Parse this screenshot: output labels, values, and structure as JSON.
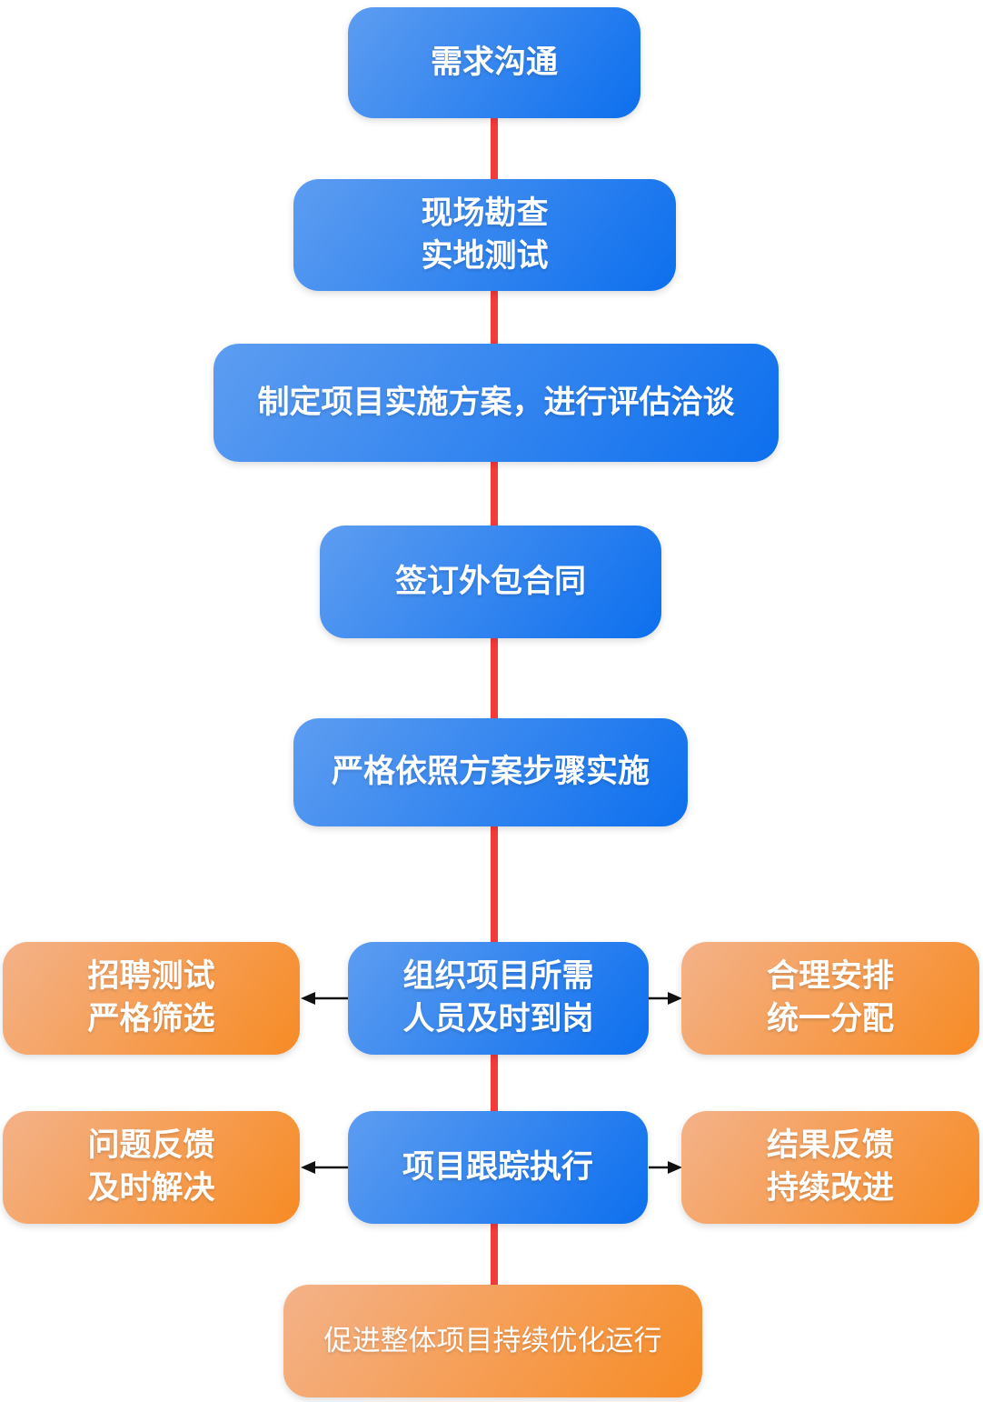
{
  "diagram_type": "flowchart",
  "colors": {
    "blue_start": "#5d9df1",
    "blue_end": "#0d6fee",
    "orange_start": "#f4b289",
    "orange_end": "#f78b24",
    "line_red": "#f53a3c",
    "arrow_black": "#111111",
    "text_white": "#ffffff"
  },
  "nodes": {
    "requirements": {
      "label": "需求沟通"
    },
    "survey": {
      "line1": "现场勘查",
      "line2": "实地测试"
    },
    "plan": {
      "label": "制定项目实施方案，进行评估洽谈"
    },
    "contract": {
      "label": "签订外包合同"
    },
    "implement": {
      "label": "严格依照方案步骤实施"
    },
    "recruit": {
      "line1": "招聘测试",
      "line2": "严格筛选"
    },
    "staffing": {
      "line1": "组织项目所需",
      "line2": "人员及时到岗"
    },
    "arrange": {
      "line1": "合理安排",
      "line2": "统一分配"
    },
    "feedback_issues": {
      "line1": "问题反馈",
      "line2": "及时解决"
    },
    "tracking": {
      "label": "项目跟踪执行"
    },
    "feedback_results": {
      "line1": "结果反馈",
      "line2": "持续改进"
    },
    "optimize": {
      "label": "促进整体项目持续优化运行"
    }
  },
  "connectors": {
    "main_line": "vertical-red-spine",
    "staffing_to_recruit": "arrow-left",
    "staffing_to_arrange": "arrow-right",
    "tracking_to_feedback_issues": "arrow-left",
    "tracking_to_feedback_results": "arrow-right"
  }
}
